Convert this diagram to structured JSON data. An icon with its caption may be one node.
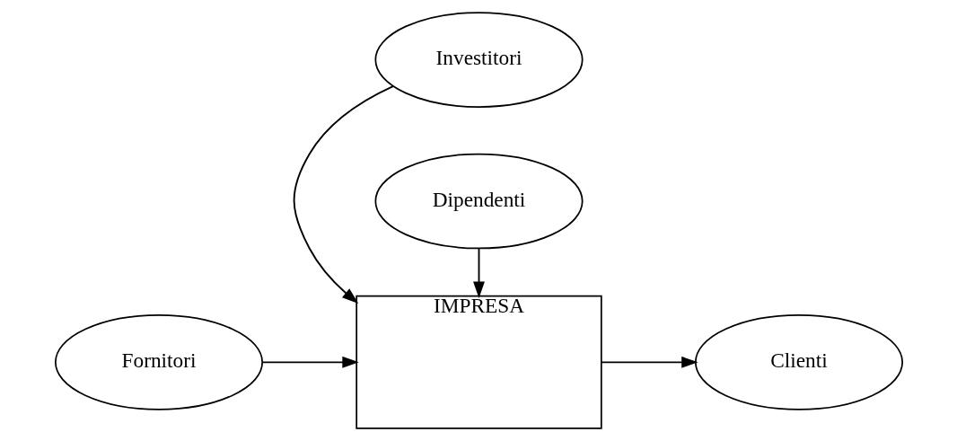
{
  "diagram": {
    "nodes": [
      {
        "text": [
          "Investitori"
        ]
      },
      {
        "text": [
          "Fornitori"
        ]
      },
      {
        "text": [
          "IMPRESA"
        ]
      },
      {
        "text": [
          "Clienti"
        ]
      },
      {
        "text": [
          "Dipendenti"
        ]
      }
    ],
    "edges": [
      {
        "from": 0,
        "to": 2,
        "arrow": "to"
      },
      {
        "from": 1,
        "to": 2,
        "arrow": "to"
      },
      {
        "from": 2,
        "to": 3,
        "arrow": "to"
      },
      {
        "from": 4,
        "to": 2,
        "arrow": "to"
      }
    ]
  }
}
